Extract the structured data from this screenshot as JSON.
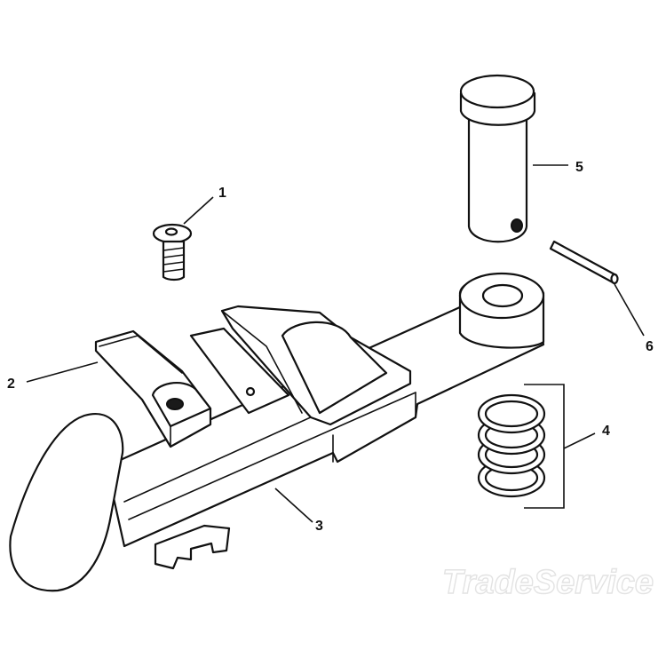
{
  "callouts": {
    "c1": "1",
    "c2": "2",
    "c3": "3",
    "c4": "4",
    "c5": "5",
    "c6": "6"
  },
  "watermark": {
    "text": "TradeService"
  },
  "colors": {
    "line": "#111111",
    "background": "#ffffff",
    "watermark": "#e3e3e3"
  }
}
